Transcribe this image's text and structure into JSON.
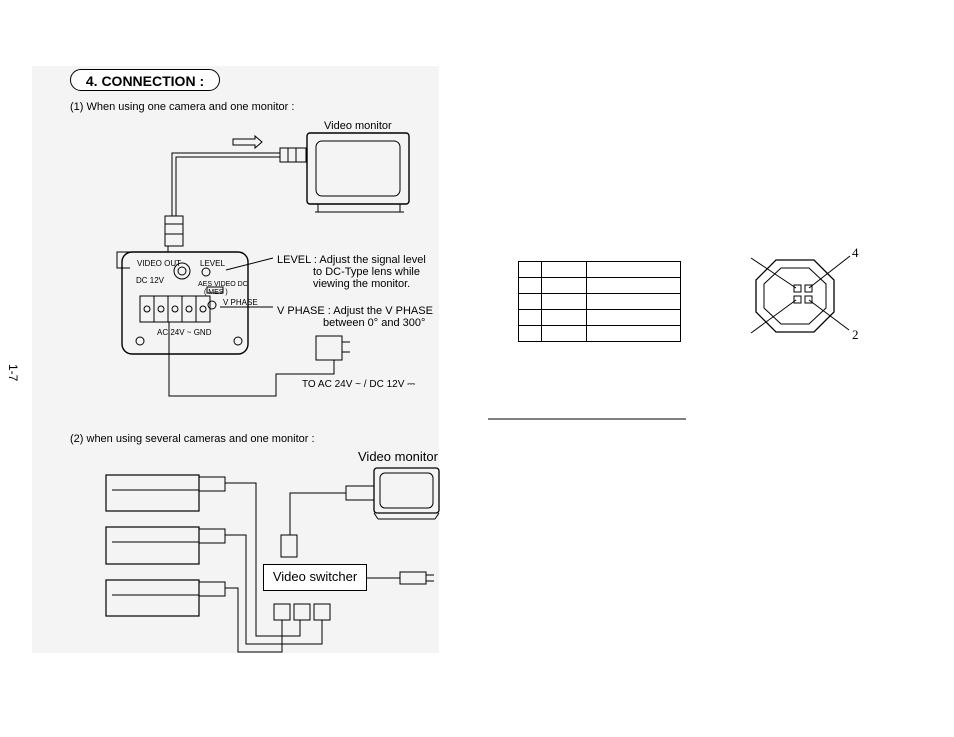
{
  "section_title": "4. CONNECTION :",
  "case1_heading": "(1) When using one camera and one monitor :",
  "case1_monitor_label": "Video monitor",
  "camera_labels": {
    "video_out": "VIDEO OUT",
    "level": "LEVEL",
    "dc12": "DC 12V",
    "aes": "AES  VIDEO  DC",
    "aes2": "( MES )",
    "vphase": "V PHASE",
    "ac24": "AC 24V  ~  GND"
  },
  "level_note": {
    "line1": "LEVEL : Adjust the signal level",
    "line2": "to DC-Type lens while",
    "line3": "viewing the monitor."
  },
  "vphase_note": {
    "line1": "V PHASE : Adjust the V PHASE",
    "line2": "between 0° and 300°"
  },
  "power_label": "TO AC 24V ~ / DC 12V ⎓",
  "page_number": "1-7",
  "case2_heading": "(2) when using several cameras and one monitor :",
  "case2_monitor_label": "Video monitor",
  "switcher_label": "Video switcher",
  "connector_pins": [
    "4",
    "2"
  ],
  "pin_table_rows": 5
}
